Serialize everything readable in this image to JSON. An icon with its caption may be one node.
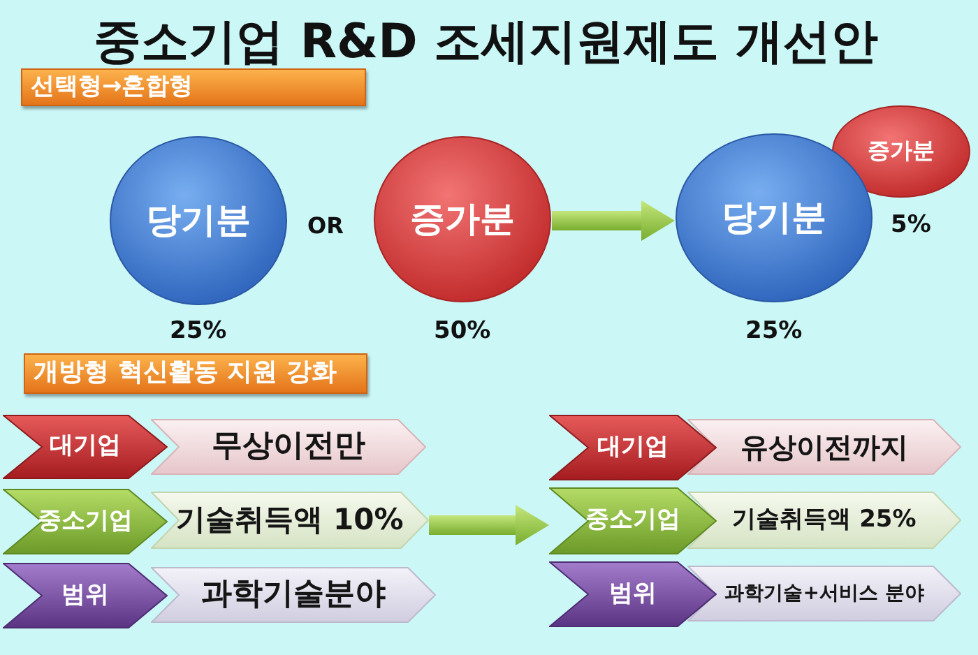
{
  "diagram": {
    "title": "중소기업 R&D 조세지원제도 개선안",
    "nodes": [
      {
        "text": [
          "선택형→혼합형"
        ]
      },
      {
        "text": [
          "당기분"
        ],
        "beside": [
          "25%"
        ]
      },
      {
        "text": [
          "증가분"
        ],
        "beside": [
          "50%"
        ]
      },
      {
        "text": [
          "당기분"
        ],
        "beside": [
          "25%"
        ]
      },
      {
        "text": [
          "증가분"
        ],
        "beside": [
          "5%"
        ]
      },
      {
        "text": [
          "개방형 혁신활동 지원 강화"
        ]
      },
      {
        "text": [
          "대기업"
        ]
      },
      {
        "text": [
          "무상이전만"
        ]
      },
      {
        "text": [
          "대기업"
        ]
      },
      {
        "text": [
          "유상이전까지"
        ]
      },
      {
        "text": [
          "중소기업"
        ]
      },
      {
        "text": [
          "기술취득액 10%"
        ]
      },
      {
        "text": [
          "중소기업"
        ]
      },
      {
        "text": [
          "기술취득액 25%"
        ]
      },
      {
        "text": [
          "범위"
        ]
      },
      {
        "text": [
          "과학기술분야"
        ]
      },
      {
        "text": [
          "범위"
        ]
      },
      {
        "text": [
          "과학기술+서비스 분야"
        ]
      }
    ],
    "edges": [
      {
        "from": 2,
        "to": 3,
        "arrow": "to"
      },
      {
        "from": 11,
        "to": 12,
        "arrow": "to"
      }
    ],
    "labels": [
      "OR"
    ]
  }
}
